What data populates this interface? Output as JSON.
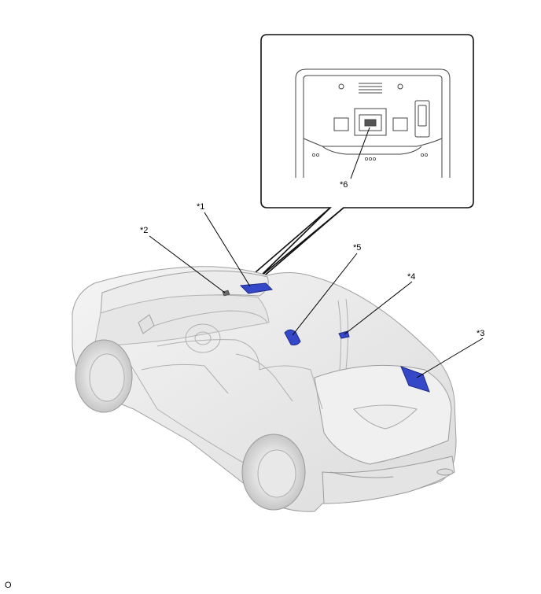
{
  "callouts": {
    "c1": "*1",
    "c2": "*2",
    "c3": "*3",
    "c4": "*4",
    "c5": "*5",
    "c6": "*6"
  },
  "footer_code": "O",
  "colors": {
    "component_highlight": "#3548c8",
    "body_fill": "#eeeeee",
    "body_stroke": "#9a9a9a",
    "leader_line": "#000000"
  }
}
